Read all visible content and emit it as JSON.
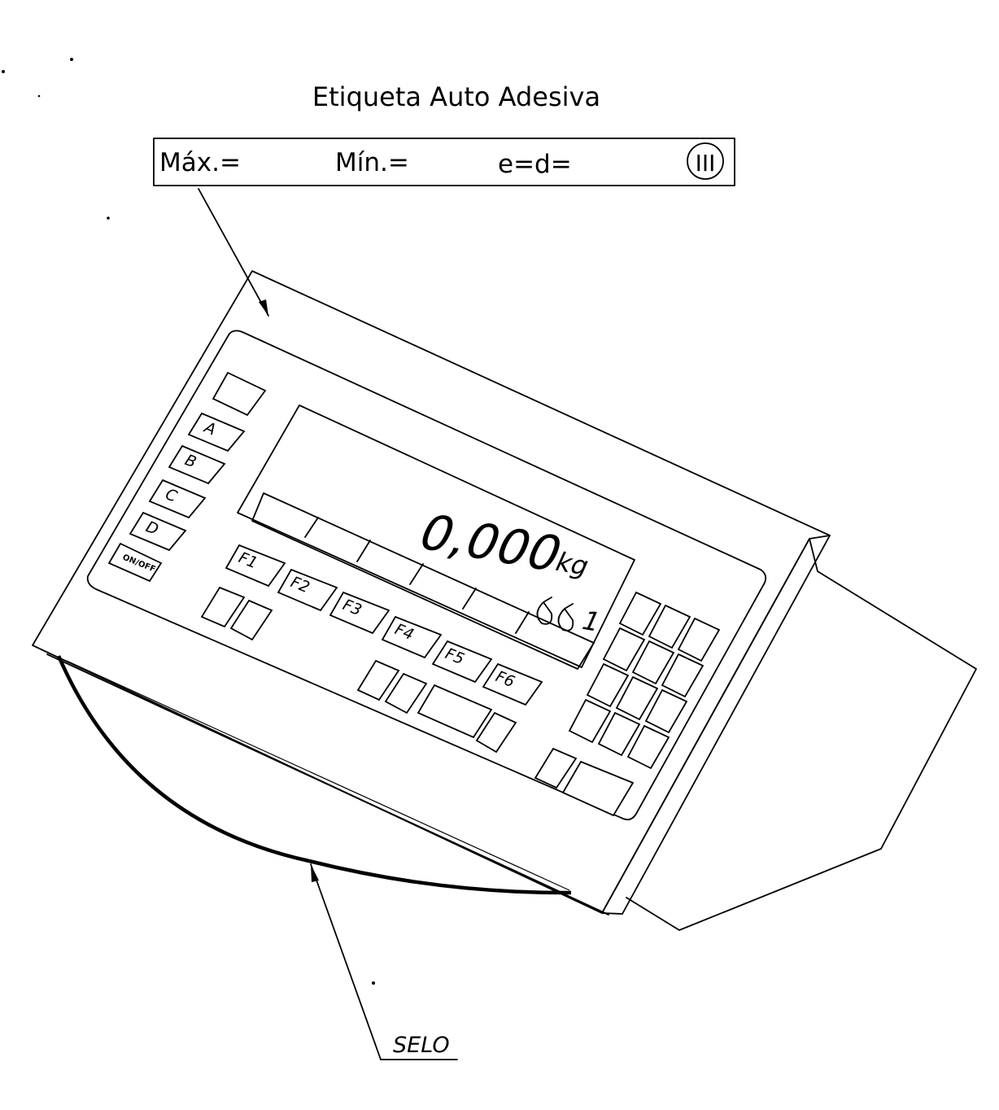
{
  "title": "Etiqueta Auto Adesiva",
  "label": {
    "max": "Máx.=",
    "min": "Mín.=",
    "e_d": "e=d=",
    "class_symbol": "III"
  },
  "display": {
    "reading": "0,000",
    "unit": "kg",
    "indicator": "1"
  },
  "keys": {
    "left_column": [
      "A",
      "B",
      "C",
      "D",
      "ON/OFF"
    ],
    "function_keys": [
      "F1",
      "F2",
      "F3",
      "F4",
      "F5",
      "F6"
    ]
  },
  "seal_label": "SELO"
}
